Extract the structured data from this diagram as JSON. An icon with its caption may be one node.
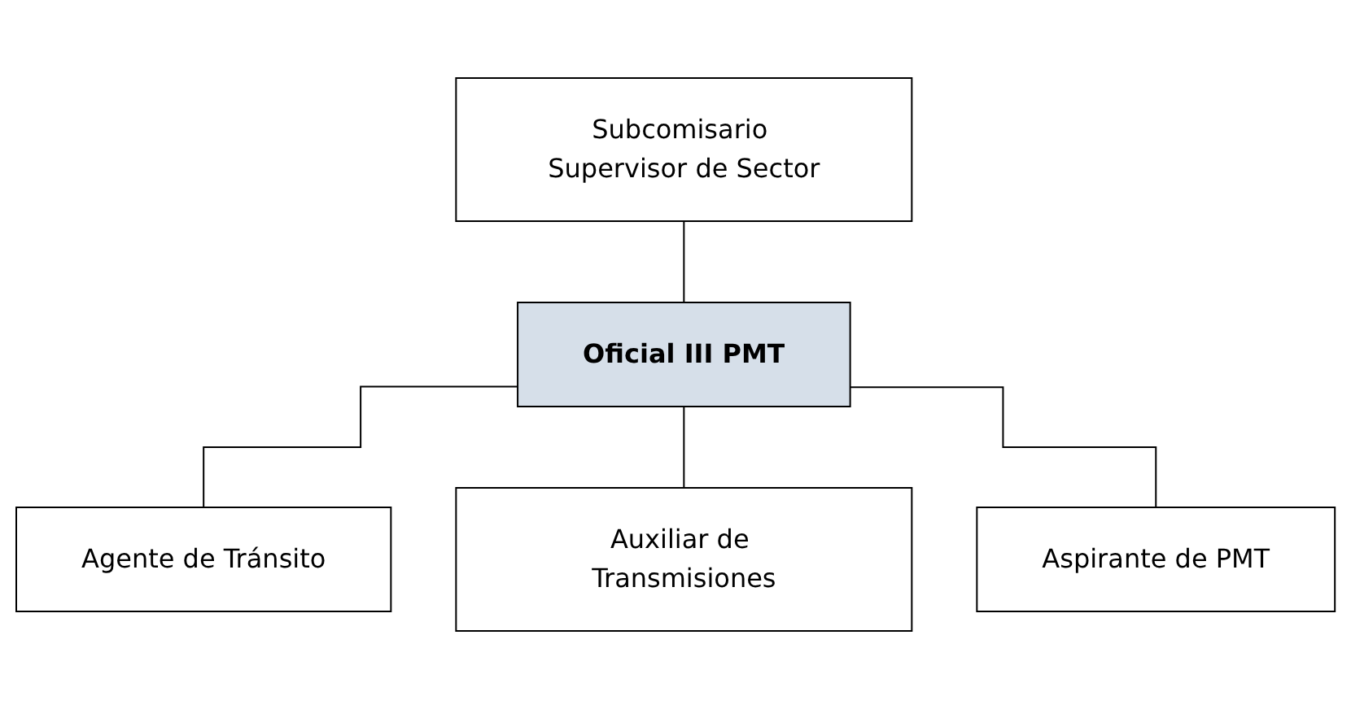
{
  "diagram": {
    "nodes": [
      {
        "text": [
          "Subcomisario Supervisor de Sector"
        ]
      },
      {
        "text": [
          "Oficial III PMT"
        ]
      },
      {
        "text": [
          "Agente de Tránsito"
        ]
      },
      {
        "text": [
          "Auxiliar de Transmisiones"
        ]
      },
      {
        "text": [
          "Aspirante de PMT"
        ]
      }
    ],
    "edges": [
      {
        "from": 0,
        "to": 1,
        "arrow": "none"
      },
      {
        "from": 1,
        "to": 2,
        "arrow": "none"
      },
      {
        "from": 1,
        "to": 3,
        "arrow": "none"
      },
      {
        "from": 1,
        "to": 4,
        "arrow": "none"
      }
    ]
  }
}
